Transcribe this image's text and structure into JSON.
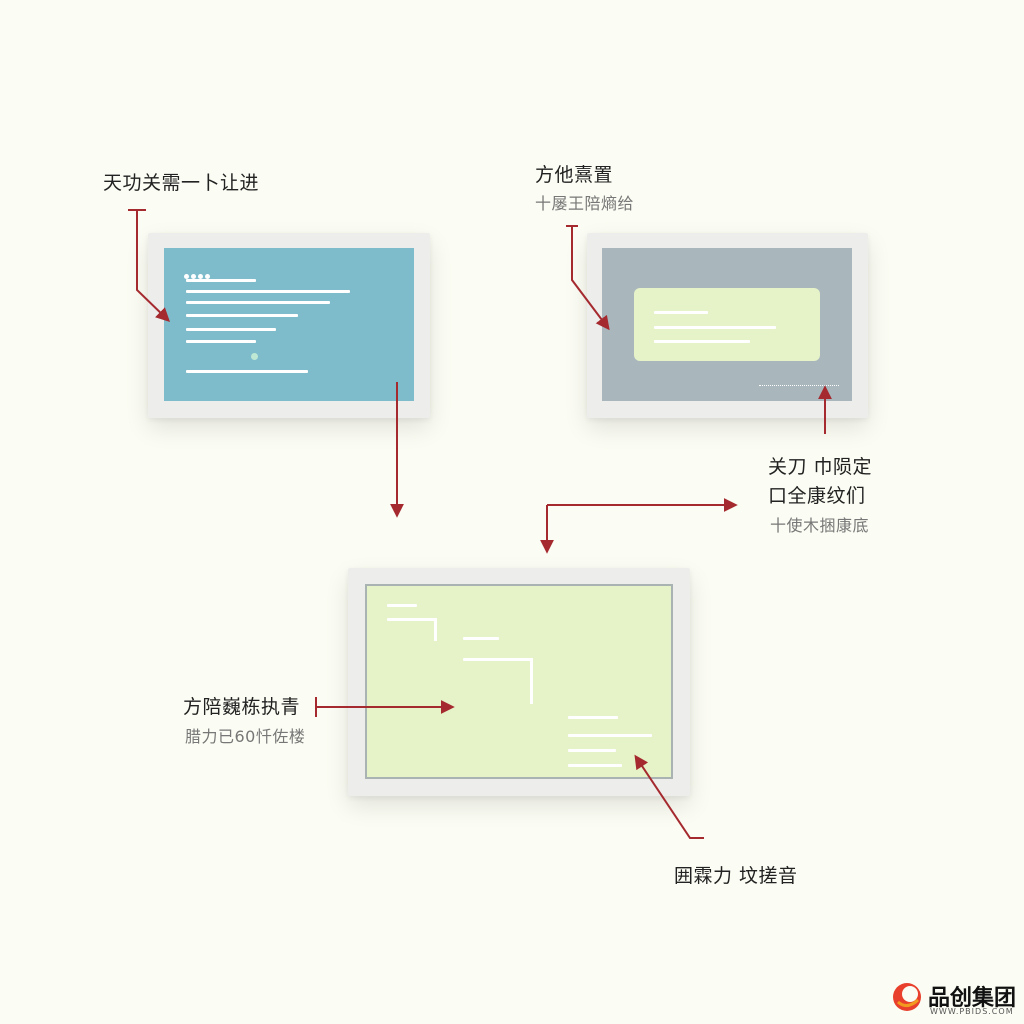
{
  "annotations": {
    "top_left": {
      "title": "天功关需一卜让进"
    },
    "top_right": {
      "title": "方他熹置",
      "subtitle": "十屡王陪熵给"
    },
    "mid_right": {
      "line1": "关刀 巾陨定",
      "line2": "口全康纹们",
      "subtitle": "十使木捆康底"
    },
    "bottom_left": {
      "title": "方陪巍栋执青",
      "subtitle": "腊力已60忏佐楼"
    },
    "bottom_right": {
      "title": "囲霖力 坟搓音"
    }
  },
  "logo": {
    "name": "品创集团",
    "url_text": "WWW.PBIDS.COM"
  },
  "colors": {
    "background": "#fbfcf3",
    "panel_frame": "#ededec",
    "panel1_fill": "#7fbccb",
    "panel2_fill": "#a9b7bc",
    "panel2_card": "#e6f2c8",
    "panel3_fill": "#e6f2c8",
    "arrow": "#a52a2f"
  }
}
